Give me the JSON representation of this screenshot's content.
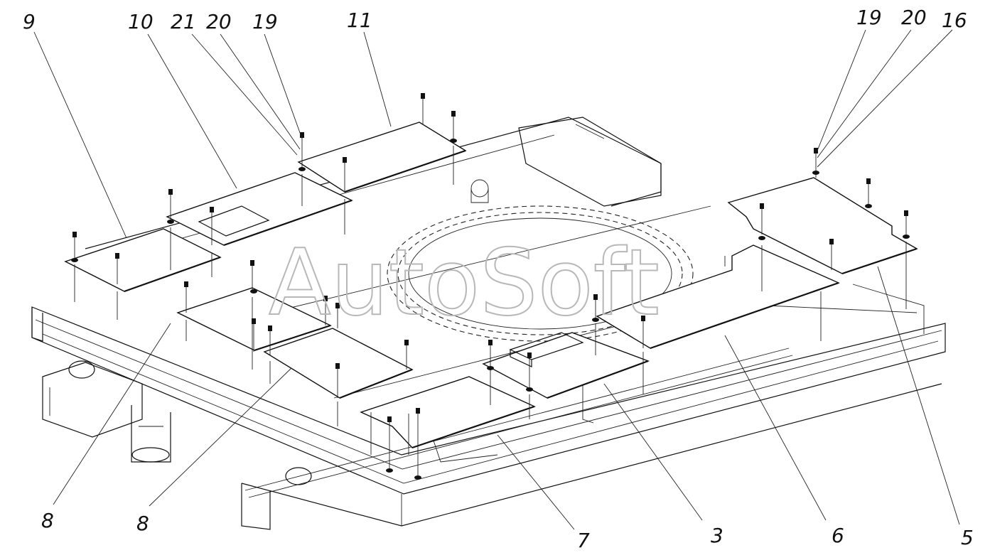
{
  "watermark": "AutoSoft",
  "callouts": {
    "c9": "9",
    "c10": "10",
    "c21": "21",
    "c20a": "20",
    "c19a": "19",
    "c11": "11",
    "c19b": "19",
    "c20b": "20",
    "c16": "16",
    "c8a": "8",
    "c8b": "8",
    "c7": "7",
    "c3": "3",
    "c6": "6",
    "c5": "5"
  }
}
